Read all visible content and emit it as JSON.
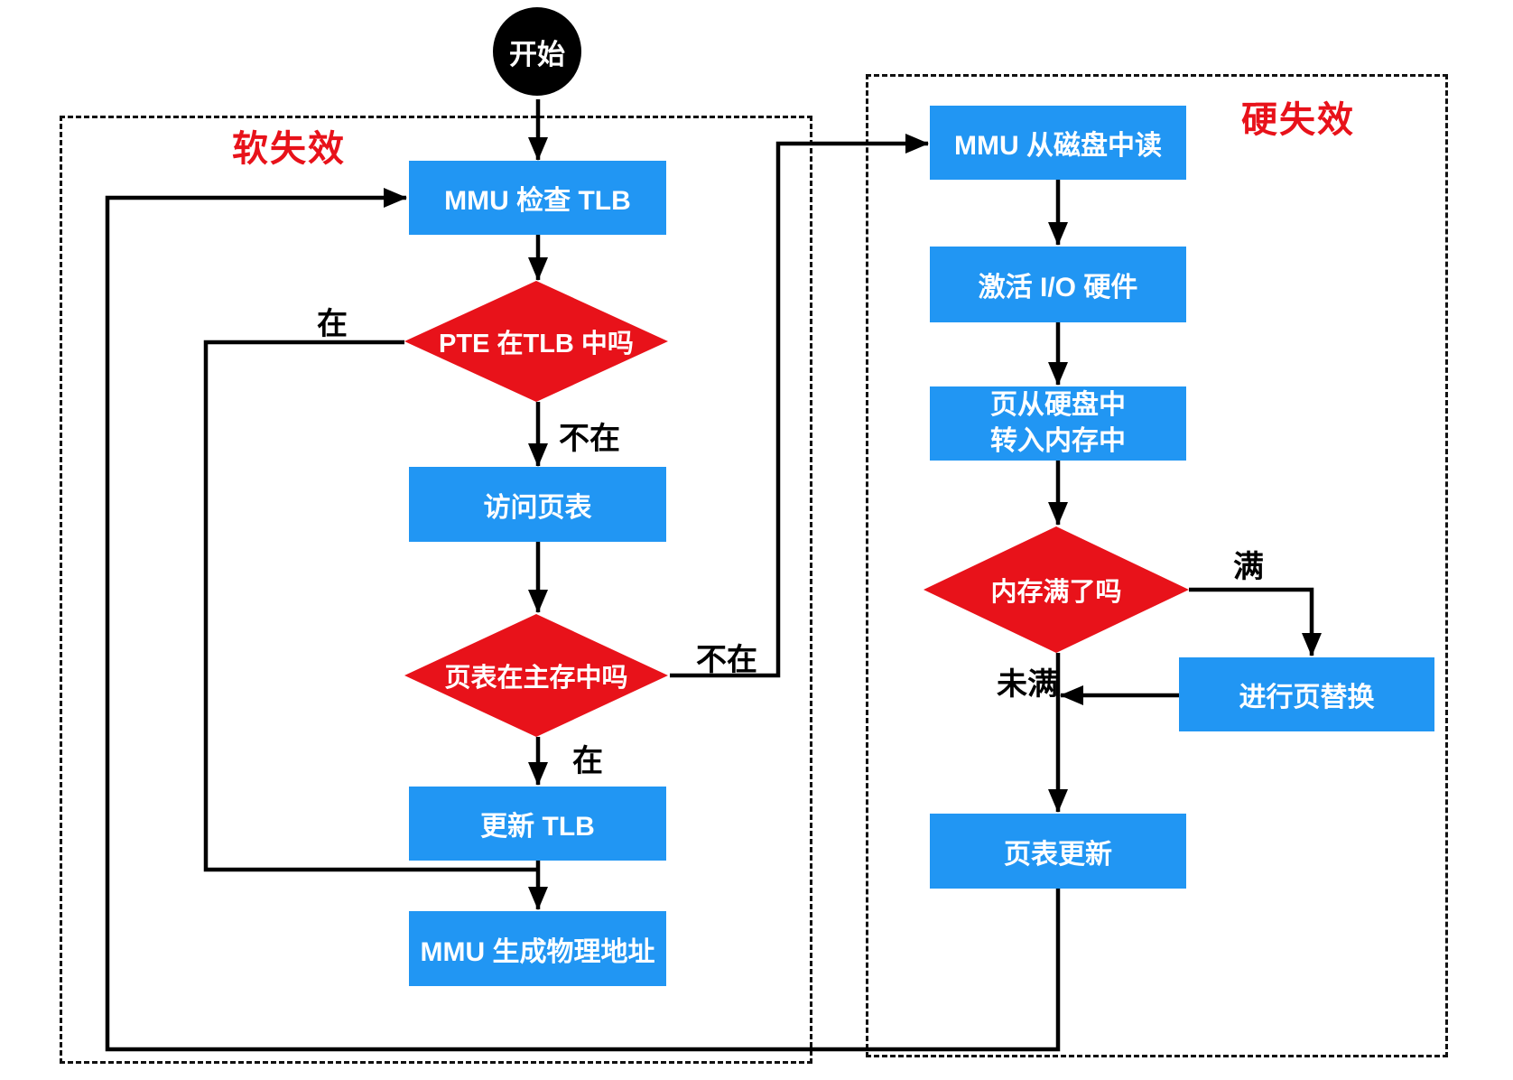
{
  "diagram": {
    "title_region_labels": {
      "soft_miss": "软失效",
      "hard_miss": "硬失效"
    },
    "start": {
      "label": "开始"
    },
    "nodes": {
      "check_tlb": {
        "label": "MMU 检查 TLB",
        "type": "process"
      },
      "pte_in_tlb": {
        "label": "PTE 在TLB 中吗",
        "type": "decision"
      },
      "access_page_table": {
        "label": "访问页表",
        "type": "process"
      },
      "pt_in_memory": {
        "label": "页表在主存中吗",
        "type": "decision"
      },
      "update_tlb": {
        "label": "更新 TLB",
        "type": "process"
      },
      "gen_physical_addr": {
        "label": "MMU 生成物理地址",
        "type": "process"
      },
      "read_from_disk": {
        "label": "MMU 从磁盘中读",
        "type": "process"
      },
      "activate_io": {
        "label": "激活 I/O 硬件",
        "type": "process"
      },
      "page_disk_to_memory": {
        "lines": [
          "页从硬盘中",
          "转入内存中"
        ],
        "type": "process"
      },
      "memory_full": {
        "label": "内存满了吗",
        "type": "decision"
      },
      "page_replacement": {
        "label": "进行页替换",
        "type": "process"
      },
      "page_table_update": {
        "label": "页表更新",
        "type": "process"
      }
    },
    "edge_labels": {
      "pte_yes": "在",
      "pte_no": "不在",
      "pt_no": "不在",
      "pt_yes": "在",
      "mem_full_yes": "满",
      "mem_full_no": "未满"
    },
    "colors": {
      "process_fill": "#2196f3",
      "decision_fill": "#e8121a",
      "start_fill": "#000000",
      "region_label": "#e8121a",
      "line": "#000000",
      "node_text": "#ffffff"
    }
  }
}
